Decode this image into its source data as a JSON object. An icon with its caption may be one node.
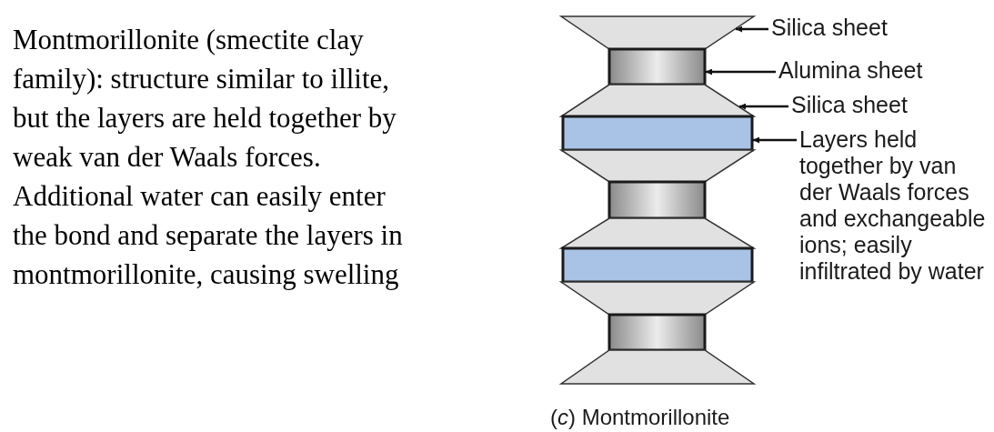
{
  "diagram": {
    "caption": "(*c*) Montmorillonite",
    "nodes": [
      {
        "text": [],
        "shape": "trapezoid"
      },
      {
        "text": [
          "Silica sheet"
        ]
      },
      {
        "text": [],
        "shape": "cylinder"
      },
      {
        "text": [
          "Alumina sheet"
        ]
      },
      {
        "text": [],
        "shape": "trapezoid"
      },
      {
        "text": [
          "Silica sheet"
        ]
      },
      {
        "text": [],
        "shape": "bar"
      },
      {
        "text": [
          "Layers held together by van der Waals forces and exchangeable ions; easily infiltrated by water"
        ]
      },
      {
        "text": [],
        "shape": "trapezoid"
      },
      {
        "text": [],
        "shape": "cylinder"
      },
      {
        "text": [],
        "shape": "trapezoid"
      },
      {
        "text": [],
        "shape": "bar"
      },
      {
        "text": [],
        "shape": "trapezoid"
      },
      {
        "text": [],
        "shape": "cylinder"
      },
      {
        "text": [],
        "shape": "trapezoid"
      }
    ],
    "edges": [
      {
        "from": 1,
        "to": 0,
        "arrow": "to"
      },
      {
        "from": 3,
        "to": 2,
        "arrow": "to"
      },
      {
        "from": 5,
        "to": 4,
        "arrow": "to"
      },
      {
        "from": 7,
        "to": 6,
        "arrow": "to"
      }
    ],
    "labels": [
      "Montmorillonite (smectite clay family): structure similar to illite, but the layers are held together by weak van der Waals forces.",
      "Additional water can easily enter the bond and separate the layers in montmorillonite, causing swelling"
    ]
  }
}
